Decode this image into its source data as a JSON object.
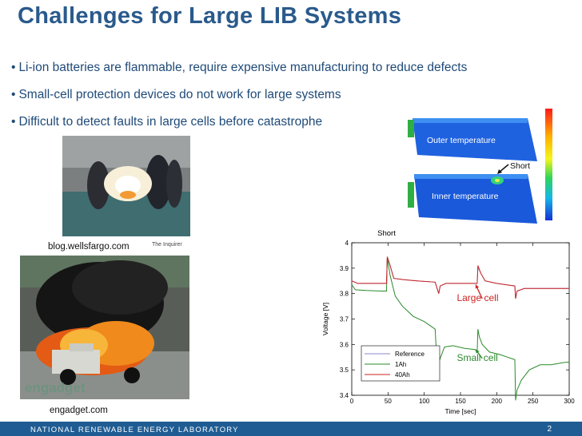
{
  "slide": {
    "title": "Challenges for Large LIB Systems",
    "bullets": [
      "Li-ion batteries are flammable, require expensive manufacturing to reduce defects",
      "Small-cell protection devices do not work for large systems",
      "Difficult to detect faults in large cells before catastrophe"
    ],
    "bullet_glyph": "•",
    "footer": "NATIONAL RENEWABLE ENERGY LABORATORY",
    "page_number": "2"
  },
  "photos": {
    "top": {
      "caption": "blog.wellsfargo.com",
      "credit": "The Inquirer"
    },
    "bottom": {
      "caption": "engadget.com",
      "watermark": "engadget"
    }
  },
  "thermal": {
    "outer_label": "Outer temperature",
    "inner_label": "Inner temperature",
    "short_label": "Short"
  },
  "chart_data": {
    "type": "line",
    "xlabel": "Time [sec]",
    "ylabel": "Voltage [V]",
    "xlim": [
      0,
      300
    ],
    "ylim": [
      3.4,
      4.0
    ],
    "xticks": [
      0,
      50,
      100,
      150,
      200,
      250,
      300
    ],
    "yticks": [
      3.4,
      3.5,
      3.6,
      3.7,
      3.8,
      3.9,
      4.0
    ],
    "ytick_labels": [
      "3.4",
      "3.5",
      "3.6",
      "3.7",
      "3.8",
      "3.9",
      "4"
    ],
    "legend_position": "bottom-left",
    "series": [
      {
        "name": "Reference",
        "color": "#8888cc",
        "points": [
          [
            0,
            3.85
          ],
          [
            8,
            3.84
          ],
          [
            20,
            3.84
          ],
          [
            40,
            3.84
          ],
          [
            48,
            3.84
          ],
          [
            49,
            3.935
          ],
          [
            52,
            3.92
          ],
          [
            58,
            3.86
          ],
          [
            72,
            3.855
          ],
          [
            90,
            3.85
          ],
          [
            115,
            3.845
          ],
          [
            120,
            3.8
          ],
          [
            122,
            3.83
          ],
          [
            130,
            3.84
          ],
          [
            150,
            3.84
          ],
          [
            165,
            3.84
          ],
          [
            173,
            3.84
          ],
          [
            174,
            3.905
          ],
          [
            178,
            3.88
          ],
          [
            184,
            3.85
          ],
          [
            200,
            3.84
          ],
          [
            225,
            3.83
          ],
          [
            226,
            3.78
          ],
          [
            228,
            3.81
          ],
          [
            238,
            3.82
          ],
          [
            258,
            3.82
          ],
          [
            300,
            3.82
          ]
        ]
      },
      {
        "name": "1Ah",
        "color": "#2a8a2a",
        "points": [
          [
            0,
            3.835
          ],
          [
            5,
            3.815
          ],
          [
            20,
            3.812
          ],
          [
            40,
            3.81
          ],
          [
            48,
            3.81
          ],
          [
            49,
            3.94
          ],
          [
            53,
            3.87
          ],
          [
            60,
            3.79
          ],
          [
            70,
            3.75
          ],
          [
            85,
            3.71
          ],
          [
            100,
            3.69
          ],
          [
            115,
            3.66
          ],
          [
            118,
            3.5
          ],
          [
            120,
            3.53
          ],
          [
            124,
            3.56
          ],
          [
            128,
            3.59
          ],
          [
            140,
            3.595
          ],
          [
            155,
            3.585
          ],
          [
            170,
            3.58
          ],
          [
            173,
            3.57
          ],
          [
            174,
            3.66
          ],
          [
            176,
            3.63
          ],
          [
            180,
            3.6
          ],
          [
            190,
            3.57
          ],
          [
            205,
            3.56
          ],
          [
            215,
            3.55
          ],
          [
            225,
            3.54
          ],
          [
            226,
            3.38
          ],
          [
            228,
            3.42
          ],
          [
            234,
            3.46
          ],
          [
            245,
            3.5
          ],
          [
            260,
            3.52
          ],
          [
            275,
            3.52
          ],
          [
            295,
            3.53
          ],
          [
            300,
            3.53
          ]
        ]
      },
      {
        "name": "40Ah",
        "color": "#cc2222",
        "points": [
          [
            0,
            3.85
          ],
          [
            8,
            3.84
          ],
          [
            20,
            3.84
          ],
          [
            40,
            3.84
          ],
          [
            48,
            3.84
          ],
          [
            49,
            3.945
          ],
          [
            52,
            3.92
          ],
          [
            58,
            3.86
          ],
          [
            72,
            3.855
          ],
          [
            90,
            3.85
          ],
          [
            115,
            3.845
          ],
          [
            120,
            3.8
          ],
          [
            122,
            3.83
          ],
          [
            130,
            3.84
          ],
          [
            150,
            3.84
          ],
          [
            165,
            3.84
          ],
          [
            173,
            3.84
          ],
          [
            174,
            3.91
          ],
          [
            178,
            3.88
          ],
          [
            184,
            3.85
          ],
          [
            200,
            3.84
          ],
          [
            225,
            3.83
          ],
          [
            226,
            3.78
          ],
          [
            228,
            3.81
          ],
          [
            238,
            3.82
          ],
          [
            258,
            3.82
          ],
          [
            300,
            3.82
          ]
        ]
      }
    ],
    "annotations": [
      "Short",
      "Large cell",
      "Small cell"
    ]
  }
}
